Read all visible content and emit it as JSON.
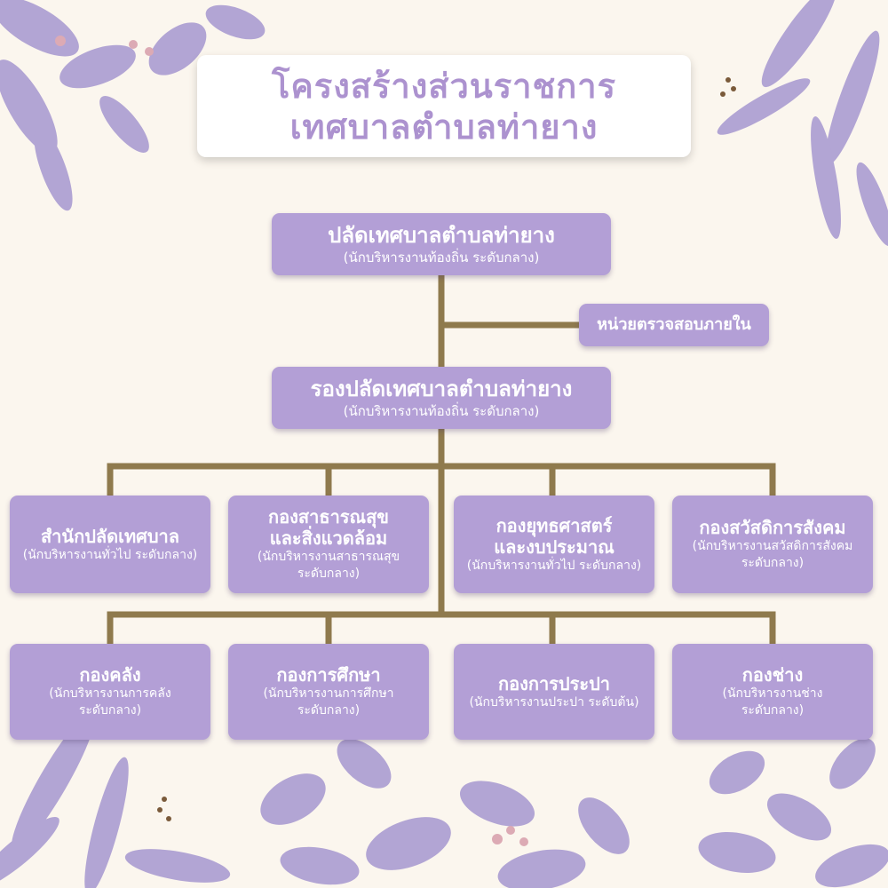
{
  "title": {
    "line1": "โครงสร้างส่วนราชการ",
    "line2": "เทศบาลตำบลท่ายาง"
  },
  "colors": {
    "background": "#fbf6ee",
    "box": "#b39fd6",
    "connector": "#8f7a4d",
    "title_text": "#ac92cf",
    "leaf": "#9c8cc8"
  },
  "chief": {
    "title": "ปลัดเทศบาลตำบลท่ายาง",
    "sub": "(นักบริหารงานท้องถิ่น ระดับกลาง)"
  },
  "audit": {
    "title": "หน่วยตรวจสอบภายใน"
  },
  "deputy": {
    "title": "รองปลัดเทศบาลตำบลท่ายาง",
    "sub": "(นักบริหารงานท้องถิ่น  ระดับกลาง)"
  },
  "row1": [
    {
      "title": "สำนักปลัดเทศบาล",
      "sub": "(นักบริหารงานทั่วไป  ระดับกลาง)"
    },
    {
      "title": "กองสาธารณสุข\nและสิ่งแวดล้อม",
      "sub": "(นักบริหารงานสาธารณสุข\nระดับกลาง)"
    },
    {
      "title": "กองยุทธศาสตร์\nและงบประมาณ",
      "sub": "(นักบริหารงานทั่วไป ระดับกลาง)"
    },
    {
      "title": "กองสวัสดิการสังคม",
      "sub": "(นักบริหารงานสวัสดิการสังคม\nระดับกลาง)"
    }
  ],
  "row2": [
    {
      "title": "กองคลัง",
      "sub": "(นักบริหารงานการคลัง\nระดับกลาง)"
    },
    {
      "title": "กองการศึกษา",
      "sub": "(นักบริหารงานการศึกษา\nระดับกลาง)"
    },
    {
      "title": "กองการประปา",
      "sub": "(นักบริหารงานประปา ระดับต้น)"
    },
    {
      "title": "กองช่าง",
      "sub": "(นักบริหารงานช่าง\nระดับกลาง)"
    }
  ]
}
